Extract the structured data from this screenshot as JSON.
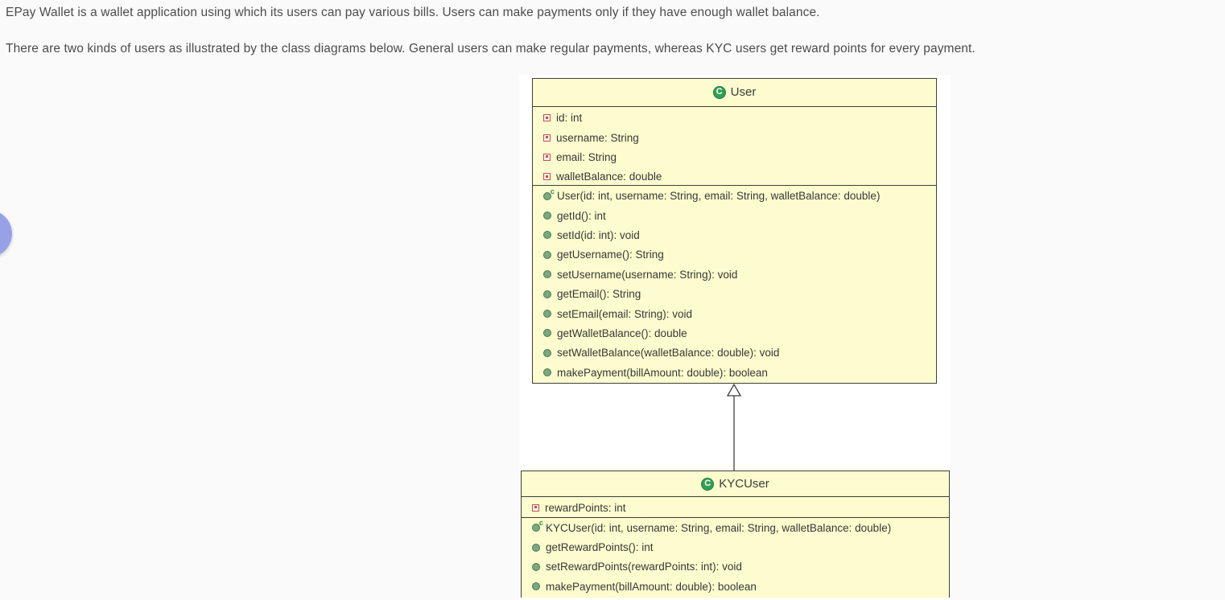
{
  "page": {
    "intro_line1": "EPay Wallet is a wallet application using which its users can pay various bills. Users can make payments only if they have enough wallet balance.",
    "intro_line2": "There are two kinds of users as illustrated by the class diagrams below. General users can make regular payments, whereas KYC users get reward points for every payment."
  },
  "colors": {
    "page_background": "#fafafa",
    "canvas_background": "#ffffff",
    "class_box_fill": "#fcfcce",
    "class_box_border": "#3e3e3e",
    "class_icon_green": "#2fa052",
    "field_icon_red": "#c5514c",
    "method_icon_green": "#7aa981",
    "drawer_handle_indigo": "#97a1e7"
  },
  "icons": {
    "class_letter": "C",
    "constructor_letter": "c"
  },
  "diagram": {
    "relationship": "KYCUser inherits from User (hollow-triangle generalization arrow)",
    "classes": [
      {
        "name": "User",
        "fields": [
          "id: int",
          "username: String",
          "email: String",
          "walletBalance: double"
        ],
        "methods": [
          {
            "kind": "constructor",
            "label": "User(id: int, username: String, email: String, walletBalance: double)"
          },
          {
            "kind": "method",
            "label": "getId(): int"
          },
          {
            "kind": "method",
            "label": "setId(id: int): void"
          },
          {
            "kind": "method",
            "label": "getUsername(): String"
          },
          {
            "kind": "method",
            "label": "setUsername(username: String): void"
          },
          {
            "kind": "method",
            "label": "getEmail(): String"
          },
          {
            "kind": "method",
            "label": "setEmail(email: String): void"
          },
          {
            "kind": "method",
            "label": "getWalletBalance(): double"
          },
          {
            "kind": "method",
            "label": "setWalletBalance(walletBalance: double): void"
          },
          {
            "kind": "method",
            "label": "makePayment(billAmount: double): boolean"
          }
        ]
      },
      {
        "name": "KYCUser",
        "fields": [
          "rewardPoints: int"
        ],
        "methods": [
          {
            "kind": "constructor",
            "label": "KYCUser(id: int, username: String, email: String, walletBalance: double)"
          },
          {
            "kind": "method",
            "label": "getRewardPoints(): int"
          },
          {
            "kind": "method",
            "label": "setRewardPoints(rewardPoints: int): void"
          },
          {
            "kind": "method",
            "label": "makePayment(billAmount: double): boolean"
          }
        ]
      }
    ]
  }
}
